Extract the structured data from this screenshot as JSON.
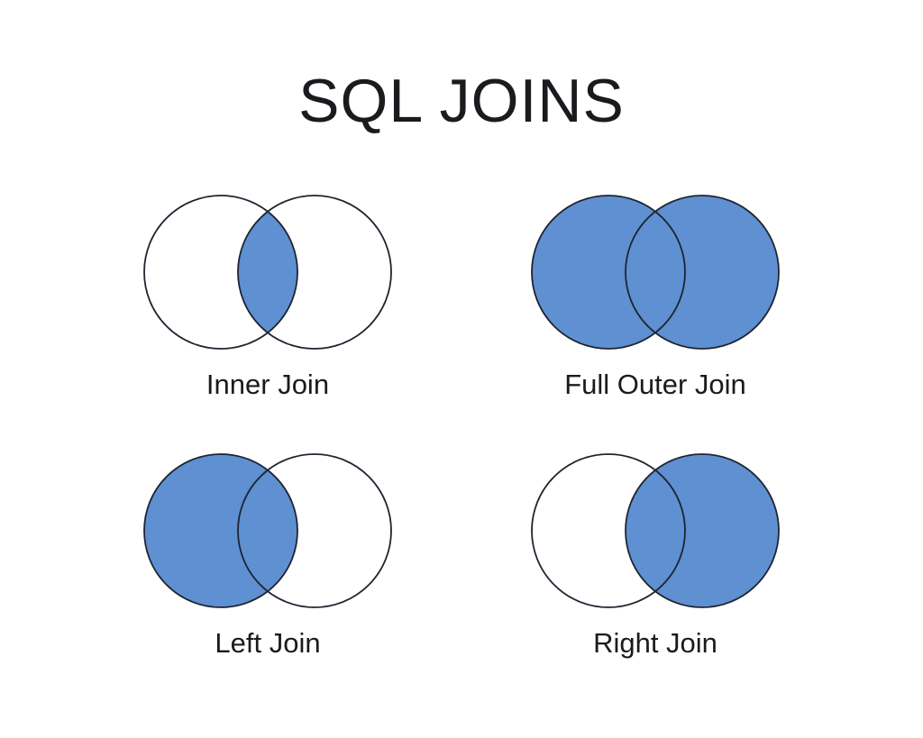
{
  "title": "SQL JOINS",
  "colors": {
    "highlight": "#5E90D2",
    "circle_fill": "#FFFFFF",
    "outline": "#1E2430",
    "background": "#FFFFFF",
    "text": "#1B1B1F"
  },
  "diagrams": [
    {
      "label": "Inner Join",
      "shaded": "intersection"
    },
    {
      "label": "Full Outer Join",
      "shaded": "both"
    },
    {
      "label": "Left Join",
      "shaded": "left"
    },
    {
      "label": "Right Join",
      "shaded": "right"
    }
  ]
}
